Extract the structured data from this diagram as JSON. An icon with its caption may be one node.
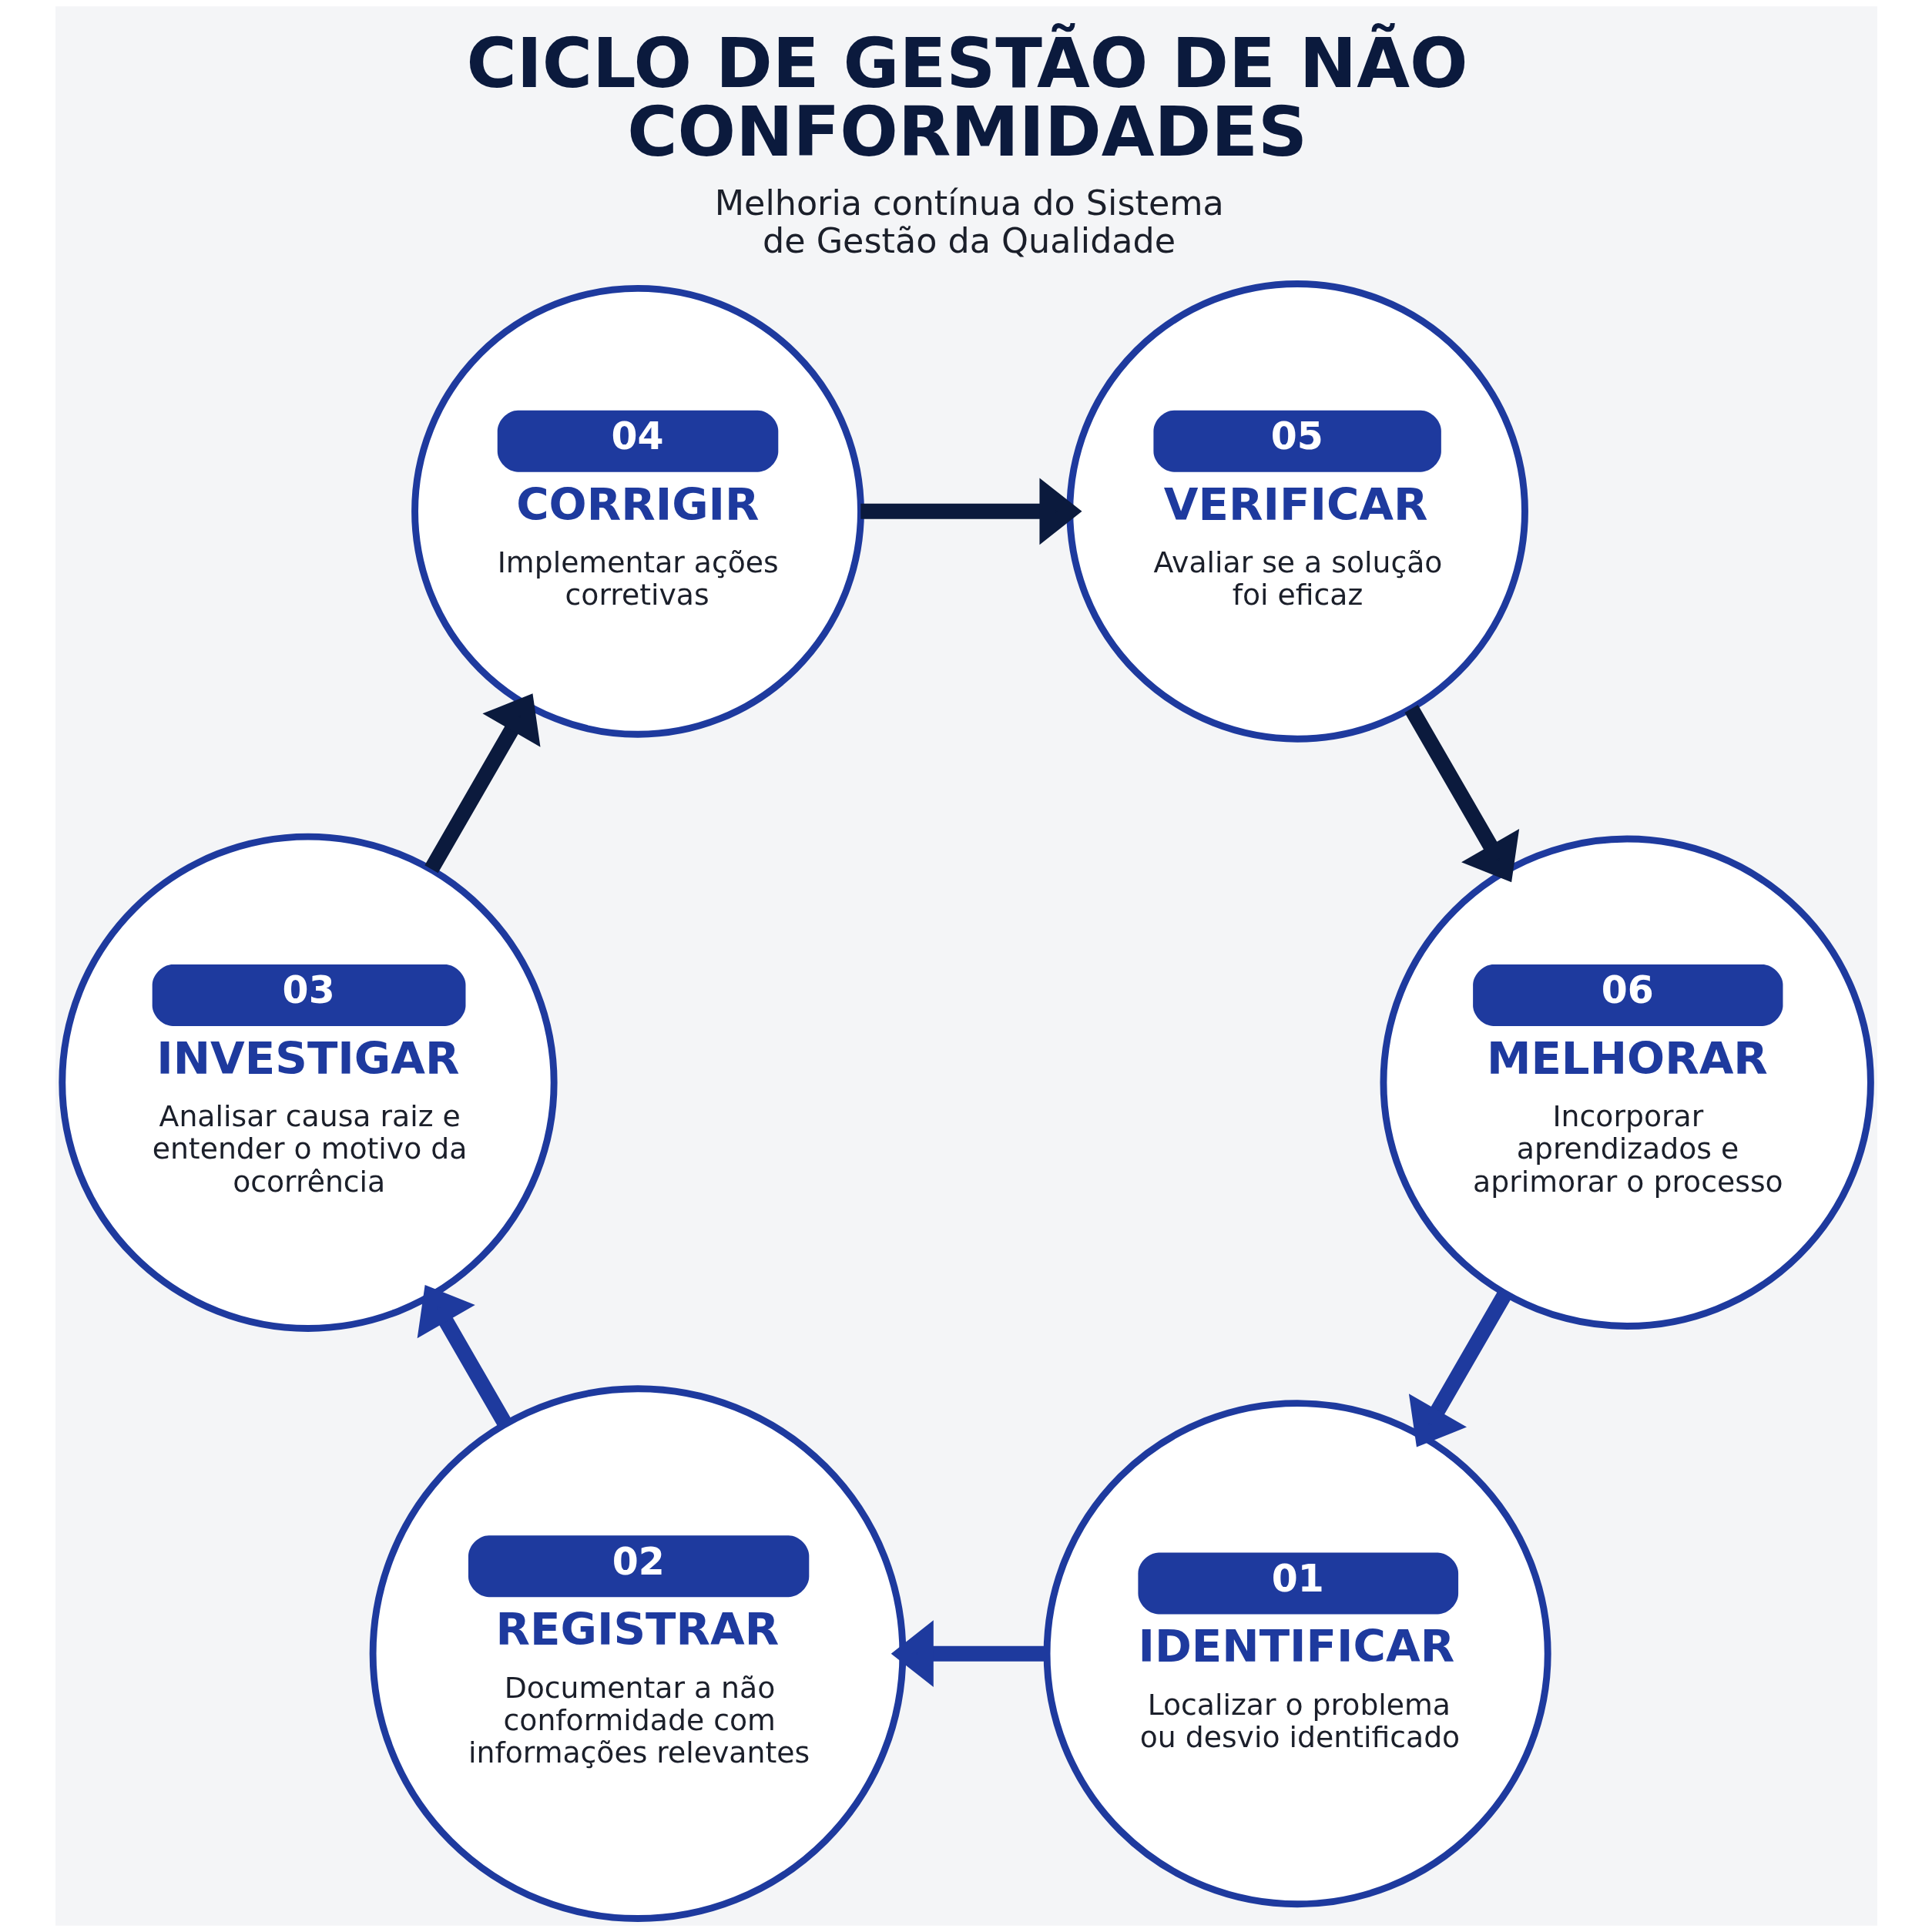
{
  "diagram": {
    "title": "CICLO DE GESTÃO DE NÃO CONFORMIDADES",
    "caption": "Melhoria contínua do Sistema de Gestão da Qualidade",
    "nodes": [
      {
        "text": [
          "01",
          "IDENTIFICAR",
          "Localizar o problema ou desvio identificado"
        ]
      },
      {
        "text": [
          "02",
          "REGISTRAR",
          "Documentar a não conformidade com informações relevantes"
        ]
      },
      {
        "text": [
          "03",
          "INVESTIGAR",
          "Analisar causa raiz e entender o motivo da ocorrência"
        ]
      },
      {
        "text": [
          "04",
          "CORRIGIR",
          "Implementar ações corretivas"
        ]
      },
      {
        "text": [
          "05",
          "VERIFICAR",
          "Avaliar se a solução foi eficaz"
        ]
      },
      {
        "text": [
          "06",
          "MELHORAR",
          "Incorporar aprendizados e aprimorar o processo"
        ]
      }
    ],
    "edges": [
      {
        "from": 0,
        "to": 1,
        "arrow": "to",
        "color": "#1e3a9e"
      },
      {
        "from": 1,
        "to": 2,
        "arrow": "to",
        "color": "#1e3a9e"
      },
      {
        "from": 2,
        "to": 3,
        "arrow": "to",
        "color": "#0b1a3d"
      },
      {
        "from": 3,
        "to": 4,
        "arrow": "to",
        "color": "#0b1a3d"
      },
      {
        "from": 4,
        "to": 5,
        "arrow": "to",
        "color": "#0b1a3d"
      },
      {
        "from": 5,
        "to": 0,
        "arrow": "to",
        "color": "#1e3a9e"
      }
    ]
  }
}
